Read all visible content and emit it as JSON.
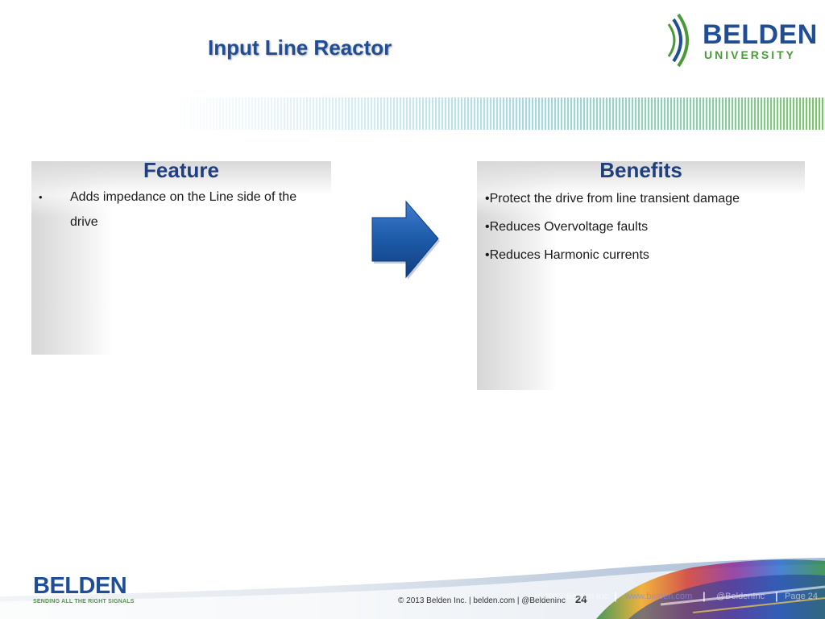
{
  "slide": {
    "title": "Input Line Reactor"
  },
  "logo": {
    "brand": "BELDEN",
    "subtitle": "UNIVERSITY"
  },
  "feature": {
    "heading": "Feature",
    "bullet": "•",
    "items": [
      "Adds impedance on the Line side of the drive"
    ]
  },
  "benefits": {
    "heading": "Benefits",
    "items": [
      "•Protect the drive from line transient damage",
      "•Reduces Overvoltage faults",
      "•Reduces Harmonic currents"
    ]
  },
  "footer": {
    "brand": "BELDEN",
    "tagline": "SENDING ALL THE RIGHT SIGNALS",
    "copyright": "© 2013 Belden Inc.  |  belden.com  |  @BeldenInc",
    "page_number": "24",
    "ghost": {
      "copyright": "© 2012 Belden Inc.",
      "sep1": "|",
      "website": "www.belden.com",
      "sep2": "|",
      "handle": "@BeldenInc",
      "sep3": "|",
      "page": "Page 24"
    }
  },
  "colors": {
    "accent_blue": "#1f4e96",
    "accent_green": "#4a9a3a",
    "arrow_blue": "#1d5aa8"
  }
}
